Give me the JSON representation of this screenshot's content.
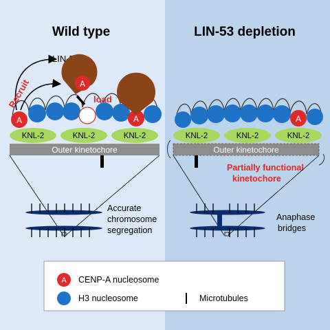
{
  "panels": {
    "left_title": "Wild type",
    "right_title": "LIN-53 depletion"
  },
  "labels": {
    "lin53": "LIN-53",
    "recruit": "Recruit",
    "load": "load",
    "cenp_a_letter": "A",
    "knl2": "KNL-2",
    "outer_kinetochore": "Outer kinetochore",
    "partial_line1": "Partially functional",
    "partial_line2": "kinetochore",
    "left_outcome": [
      "Accurate",
      "chromosome",
      "segregation"
    ],
    "right_outcome": [
      "Anaphase",
      "bridges"
    ]
  },
  "legend": {
    "cenp_a": "CENP-A nucleosome",
    "h3": "H3 nucleosome",
    "microtubules": "Microtubules"
  },
  "colors": {
    "left_bg": "#dde9f6",
    "right_bg": "#bcd3ec",
    "h3_blue": "#1e73c8",
    "cenp_red": "#e02a2a",
    "knl_green": "#a6d75f",
    "lin53_brown": "#8a4418",
    "outer_gray": "#8c8c8c",
    "highlight_red": "#e32626",
    "chromosome_navy": "#0c2d6b"
  }
}
